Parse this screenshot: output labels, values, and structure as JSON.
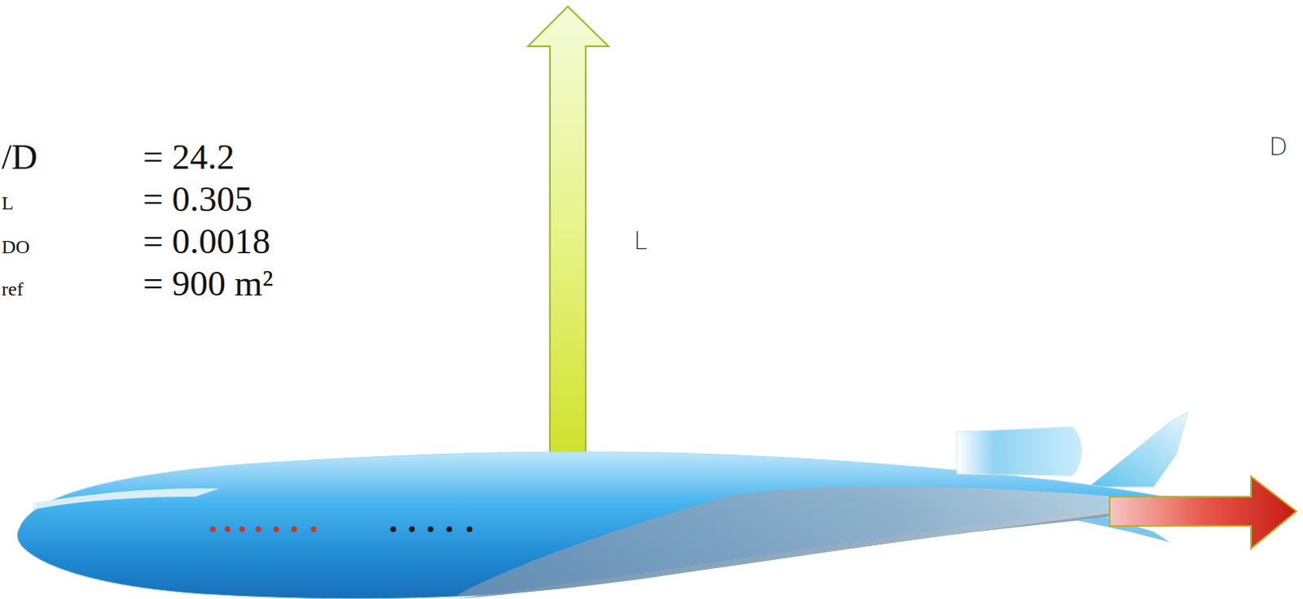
{
  "diagram": {
    "labels": [
      "/D",
      "= 24.2",
      "L",
      "= 0.305",
      "DO",
      "= 0.0018",
      "ref",
      "= 900 m²",
      "L",
      "D"
    ]
  }
}
